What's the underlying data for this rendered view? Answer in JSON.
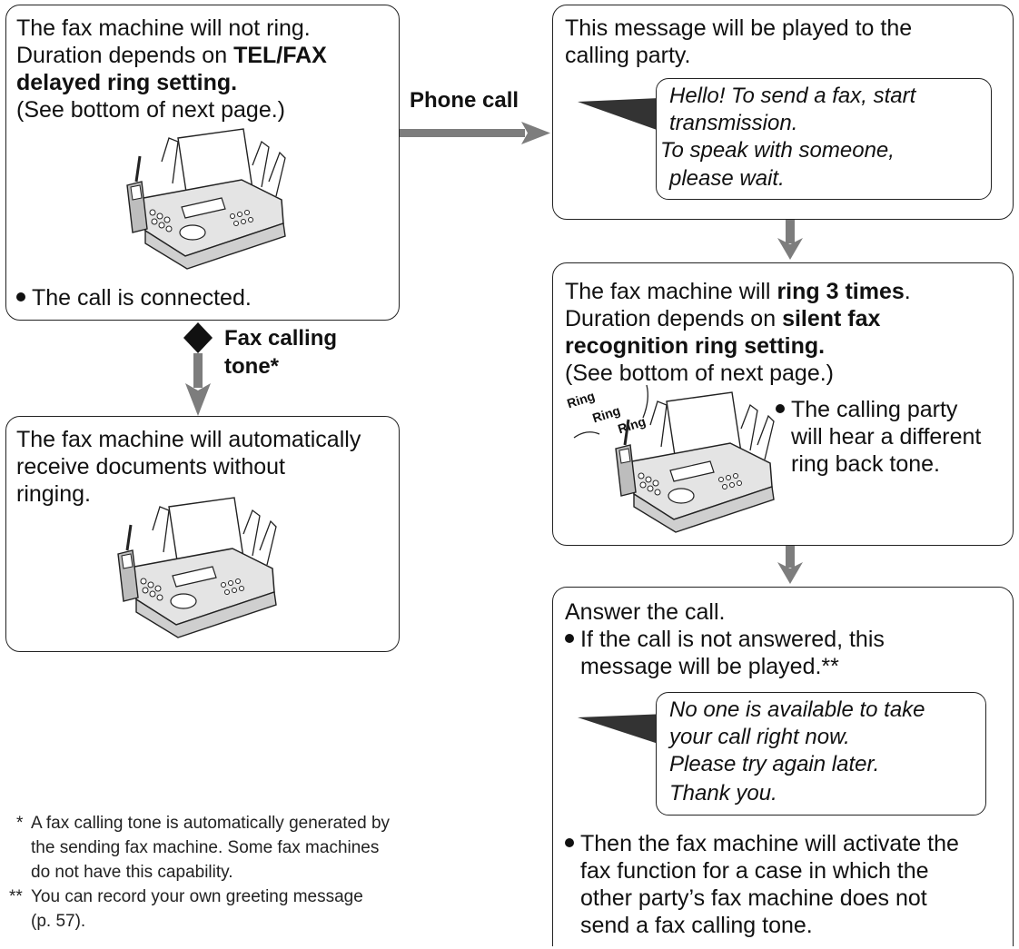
{
  "box_top_left": {
    "line1": "The fax machine will not ring.",
    "line2_prefix": "Duration depends on ",
    "line2_bold": "TEL/FAX",
    "line3_bold": "delayed ring setting.",
    "line4": "(See bottom of next page.)",
    "bullet": "The call is connected."
  },
  "arrow_phone_call": {
    "label": "Phone call"
  },
  "arrow_fax_tone": {
    "label_line1": "Fax calling",
    "label_line2": "tone*"
  },
  "box_bottom_left": {
    "line1": "The fax machine will automatically",
    "line2": "receive documents without",
    "line3": "ringing."
  },
  "box_top_right": {
    "line1": "This message will be played to the",
    "line2": "calling party.",
    "bubble": [
      "Hello! To send a fax, start",
      "transmission.",
      "To speak with someone,",
      "please wait."
    ]
  },
  "box_mid_right": {
    "line1_prefix": "The fax machine will ",
    "line1_bold": "ring 3 times",
    "line1_suffix": ".",
    "line2_prefix": "Duration depends on ",
    "line2_bold": "silent fax",
    "line3_bold": "recognition ring setting.",
    "line4": "(See bottom of next page.)",
    "ring_words": [
      "Ring",
      "Ring",
      "Ring"
    ],
    "bullet_lines": [
      "The calling party",
      "will hear a different",
      "ring back tone."
    ]
  },
  "box_bottom_right": {
    "line1": "Answer the call.",
    "bullet1_lines": [
      "If the call is not answered, this",
      "message will be played.**"
    ],
    "bubble": [
      "No one is available to take",
      "your call right now.",
      "Please try again later.",
      "Thank you."
    ],
    "bullet2_lines": [
      "Then the fax machine will activate the",
      "fax function for a case in which the",
      "other party’s fax machine does not",
      "send a fax calling tone."
    ]
  },
  "footnotes": {
    "n1_mark": "*",
    "n1_lines": [
      "A fax calling tone is automatically generated by",
      "the sending fax machine. Some fax machines",
      "do not have this capability."
    ],
    "n2_mark": "**",
    "n2_lines": [
      "You can record your own greeting message",
      "(p. 57)."
    ]
  },
  "colors": {
    "arrow": "#7d7d7d",
    "border": "#222222",
    "bubble_pointer": "#333333"
  }
}
